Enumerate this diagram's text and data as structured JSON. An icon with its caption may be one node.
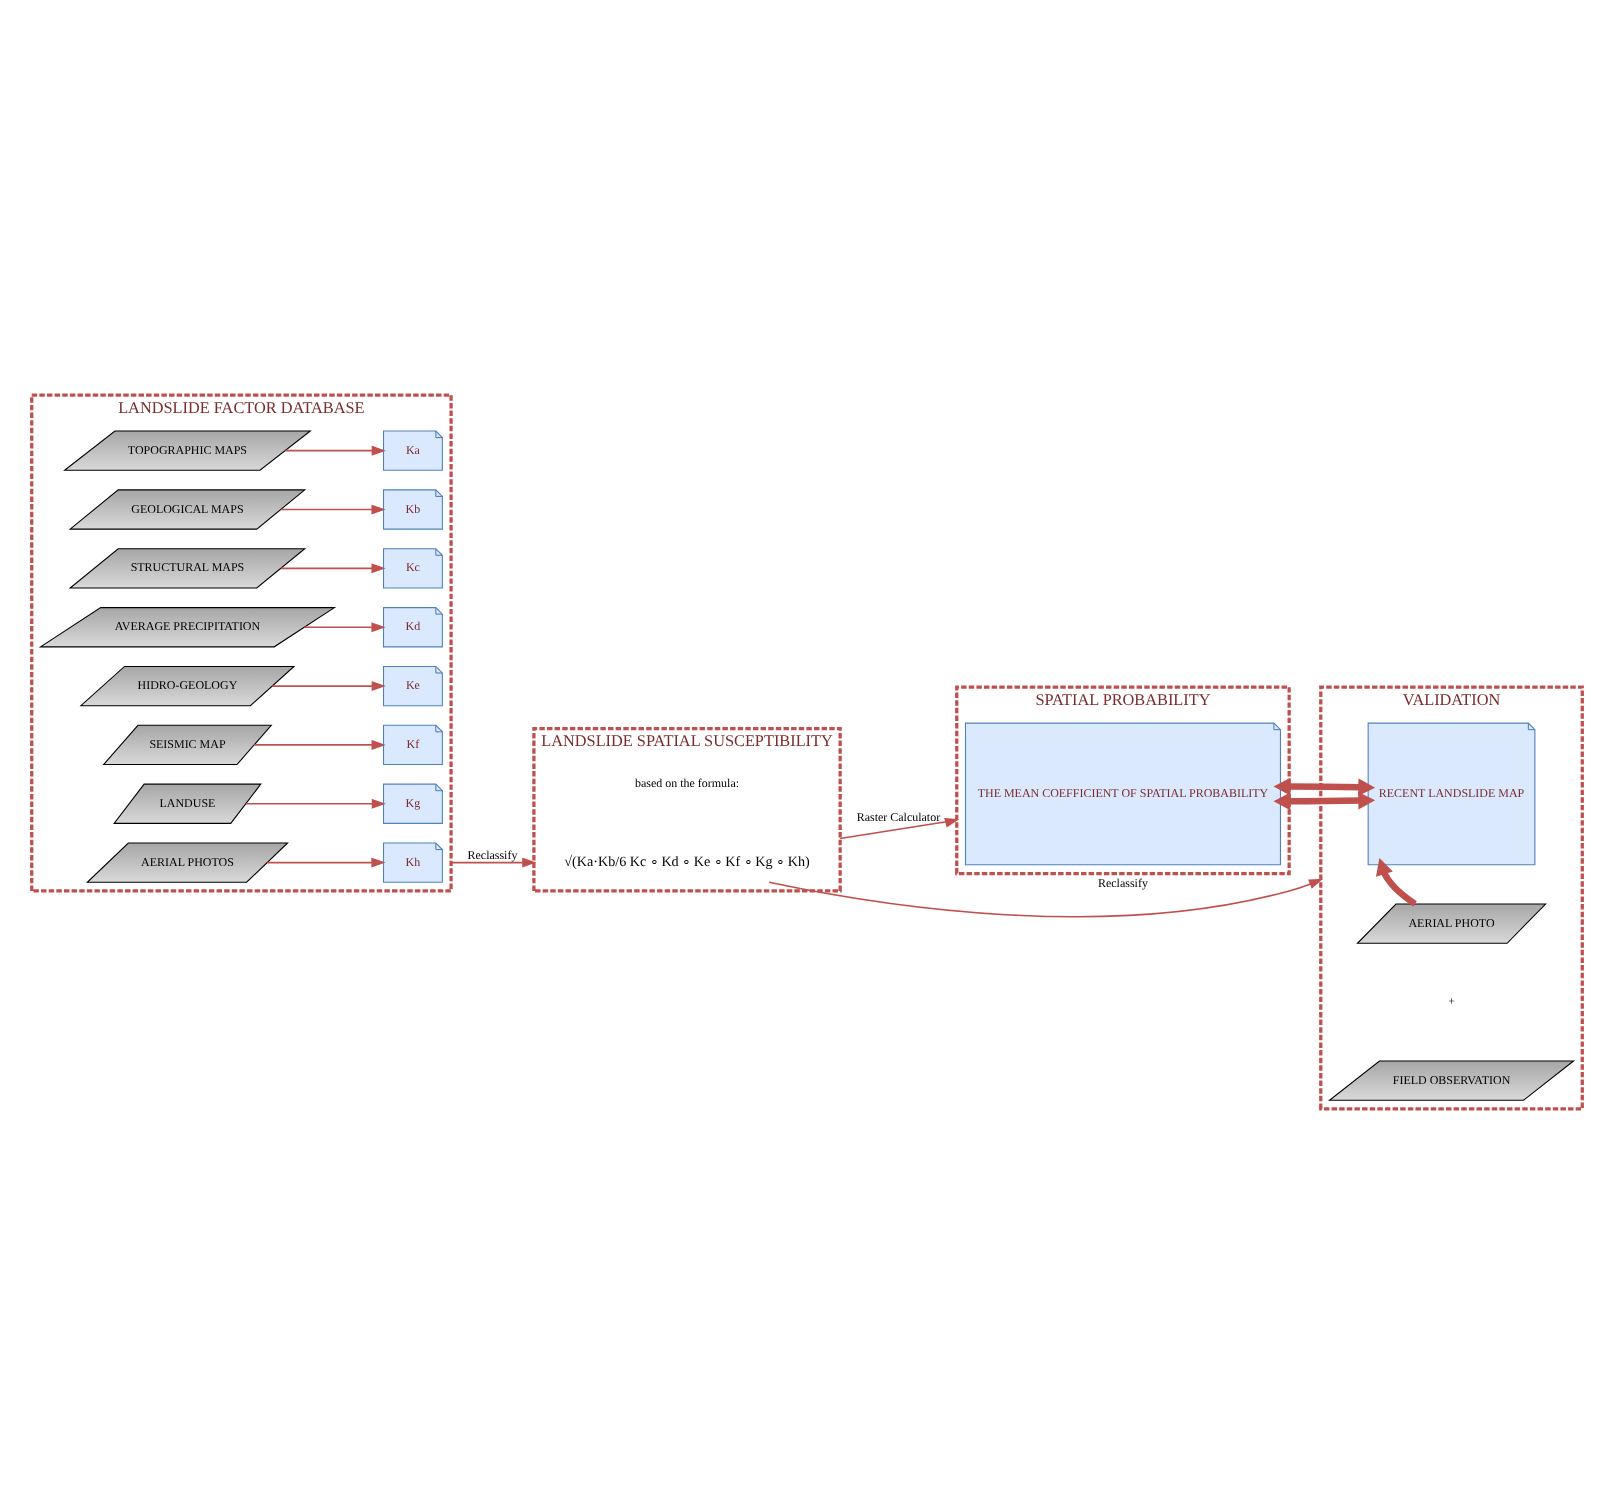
{
  "diagram": {
    "nodes": [
      {
        "text": [
          "LANDSLIDE FACTOR DATABASE"
        ]
      },
      {
        "text": [
          "TOPOGRAPHIC MAPS"
        ],
        "in": 0
      },
      {
        "text": [
          "GEOLOGICAL MAPS"
        ],
        "in": 0
      },
      {
        "text": [
          "STRUCTURAL MAPS"
        ],
        "in": 0
      },
      {
        "text": [
          "AVERAGE PRECIPITATION"
        ],
        "in": 0
      },
      {
        "text": [
          "HIDRO-GEOLOGY"
        ],
        "in": 0
      },
      {
        "text": [
          "SEISMIC MAP"
        ],
        "in": 0
      },
      {
        "text": [
          "LANDUSE"
        ],
        "in": 0
      },
      {
        "text": [
          "AERIAL PHOTOS"
        ],
        "in": 0
      },
      {
        "text": [
          "Ka"
        ],
        "in": 0
      },
      {
        "text": [
          "Kb"
        ],
        "in": 0
      },
      {
        "text": [
          "Kc"
        ],
        "in": 0
      },
      {
        "text": [
          "Kd"
        ],
        "in": 0
      },
      {
        "text": [
          "Ke"
        ],
        "in": 0
      },
      {
        "text": [
          "Kf"
        ],
        "in": 0
      },
      {
        "text": [
          "Kg"
        ],
        "in": 0
      },
      {
        "text": [
          "Kh"
        ],
        "in": 0
      },
      {
        "text": [
          "LANDSLIDE SPATIAL SUSCEPTIBILITY"
        ]
      },
      {
        "text": [
          "√(Ka·Kb/6 Kc ∘ Kd ∘ Ke ∘ Kf ∘ Kg ∘ Kh)"
        ],
        "in": 17
      },
      {
        "text": [
          "SPATIAL PROBABILITY"
        ]
      },
      {
        "text": [
          "THE MEAN COEFFICIENT OF SPATIAL PROBABILITY"
        ],
        "in": 19
      },
      {
        "text": [
          "VALIDATION"
        ]
      },
      {
        "text": [
          "RECENT LANDSLIDE MAP"
        ],
        "in": 21
      },
      {
        "text": [
          "AERIAL PHOTO"
        ],
        "in": 21
      },
      {
        "text": [
          "FIELD OBSERVATION"
        ],
        "in": 21
      }
    ],
    "edges": [
      {
        "from": 1,
        "to": 9,
        "arrow": "to"
      },
      {
        "from": 2,
        "to": 10,
        "arrow": "to"
      },
      {
        "from": 3,
        "to": 11,
        "arrow": "to"
      },
      {
        "from": 4,
        "to": 12,
        "arrow": "to"
      },
      {
        "from": 5,
        "to": 13,
        "arrow": "to"
      },
      {
        "from": 6,
        "to": 14,
        "arrow": "to"
      },
      {
        "from": 7,
        "to": 15,
        "arrow": "to"
      },
      {
        "from": 8,
        "to": 16,
        "arrow": "to"
      },
      {
        "from": 0,
        "to": 17,
        "arrow": "to",
        "label": "Reclassify"
      },
      {
        "from": 17,
        "to": 19,
        "arrow": "to",
        "label": "Raster Calculator"
      },
      {
        "from": 18,
        "to": 21,
        "arrow": "to",
        "label": "Reclassify"
      },
      {
        "from": 20,
        "to": 22,
        "arrow": "both",
        "style": "thick"
      },
      {
        "from": 20,
        "to": 22,
        "arrow": "both",
        "style": "thick"
      },
      {
        "from": 23,
        "to": 22,
        "arrow": "to",
        "style": "thick"
      }
    ],
    "labels": [
      "based on the formula:",
      "+"
    ]
  }
}
